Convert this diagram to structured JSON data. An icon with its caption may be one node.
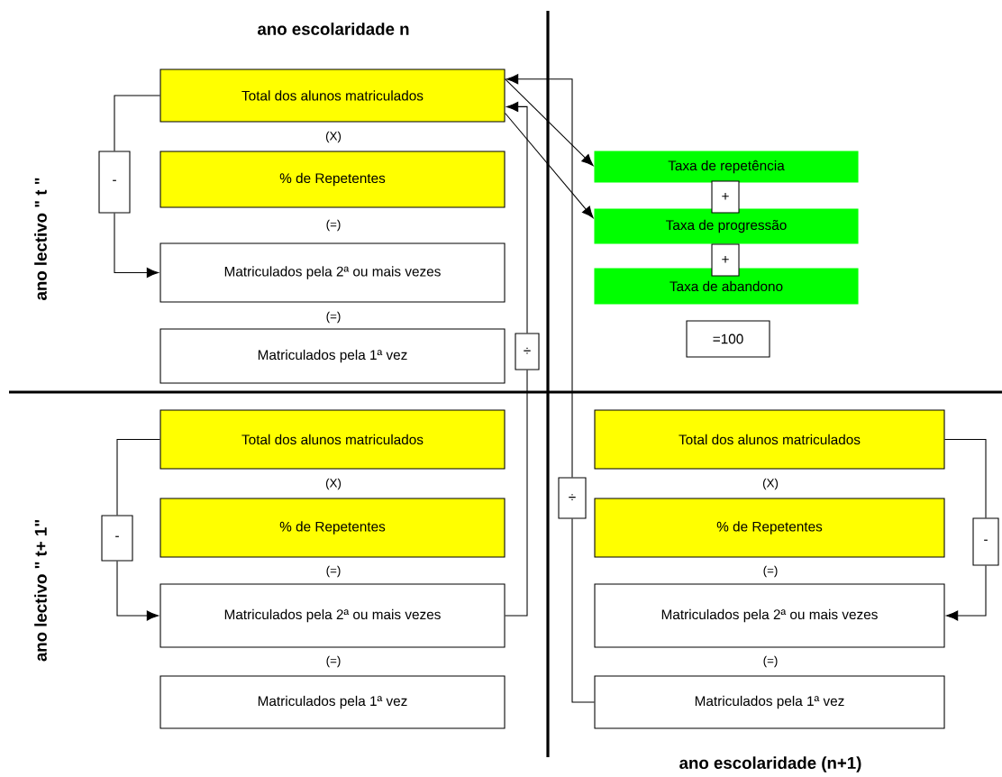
{
  "diagram": {
    "nodes": [
      {
        "text": [
          "Total dos alunos matriculados"
        ]
      },
      {
        "text": [
          "% de Repetentes"
        ]
      },
      {
        "text": [
          "Matriculados pela 2ª ou mais vezes"
        ]
      },
      {
        "text": [
          "Matriculados pela 1ª vez"
        ]
      },
      {
        "text": [
          "Taxa de repetência"
        ]
      },
      {
        "text": [
          "Taxa de progressão"
        ]
      },
      {
        "text": [
          "Taxa de abandono"
        ]
      },
      {
        "text": [
          "Total dos alunos matriculados"
        ]
      },
      {
        "text": [
          "% de Repetentes"
        ]
      },
      {
        "text": [
          "Matriculados pela 2ª ou mais vezes"
        ]
      },
      {
        "text": [
          "Matriculados pela 1ª vez"
        ]
      },
      {
        "text": [
          "Total dos alunos matriculados"
        ]
      },
      {
        "text": [
          "% de Repetentes"
        ]
      },
      {
        "text": [
          "Matriculados pela 2ª ou mais vezes"
        ]
      },
      {
        "text": [
          "Matriculados pela 1ª vez"
        ]
      },
      {
        "text": [
          "-"
        ]
      },
      {
        "text": [
          "÷"
        ]
      },
      {
        "text": [
          "+"
        ]
      },
      {
        "text": [
          "+"
        ]
      },
      {
        "text": [
          "=100"
        ]
      },
      {
        "text": [
          "-"
        ]
      },
      {
        "text": [
          "÷"
        ]
      },
      {
        "text": [
          "-"
        ]
      }
    ],
    "edges": [
      {
        "from": 0,
        "to": 15,
        "arrow": "none"
      },
      {
        "from": 15,
        "to": 2,
        "arrow": "to"
      },
      {
        "from": 9,
        "to": 16,
        "arrow": "none"
      },
      {
        "from": 16,
        "to": 0,
        "arrow": "to"
      },
      {
        "from": 14,
        "to": 21,
        "arrow": "none"
      },
      {
        "from": 21,
        "to": 0,
        "arrow": "to"
      },
      {
        "from": 0,
        "to": 4,
        "arrow": "to"
      },
      {
        "from": 0,
        "to": 5,
        "arrow": "to"
      },
      {
        "from": 7,
        "to": 20,
        "arrow": "none"
      },
      {
        "from": 20,
        "to": 9,
        "arrow": "to"
      },
      {
        "from": 11,
        "to": 22,
        "arrow": "none"
      },
      {
        "from": 22,
        "to": 13,
        "arrow": "to"
      }
    ],
    "labels": [
      "ano escolaridade n",
      "ano lectivo \" t \"",
      "(X)",
      "(=)",
      "(=)",
      "ano lectivo \" t+ 1\"",
      "(X)",
      "(=)",
      "(=)",
      "(X)",
      "(=)",
      "(=)",
      "ano escolaridade (n+1)"
    ]
  }
}
